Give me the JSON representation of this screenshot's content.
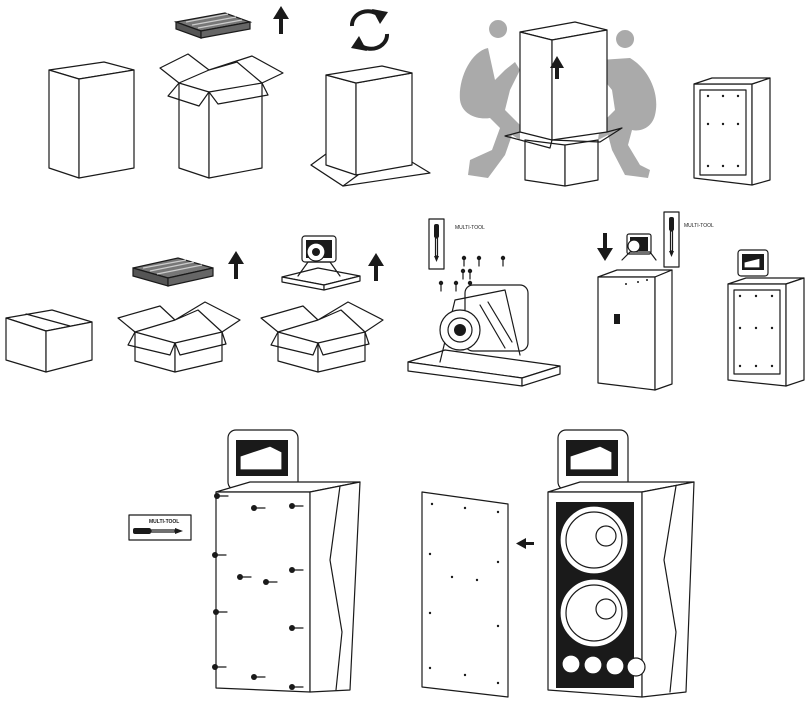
{
  "diagram": {
    "labels": {
      "multi_tool_a": "MULTI-TOOL",
      "multi_tool_b": "MULTI-TOOL",
      "multi_tool_c": "MULTI-TOOL"
    },
    "colors": {
      "line": "#1a1a1a",
      "person": "#aaaaaa",
      "background": "#ffffff"
    }
  }
}
